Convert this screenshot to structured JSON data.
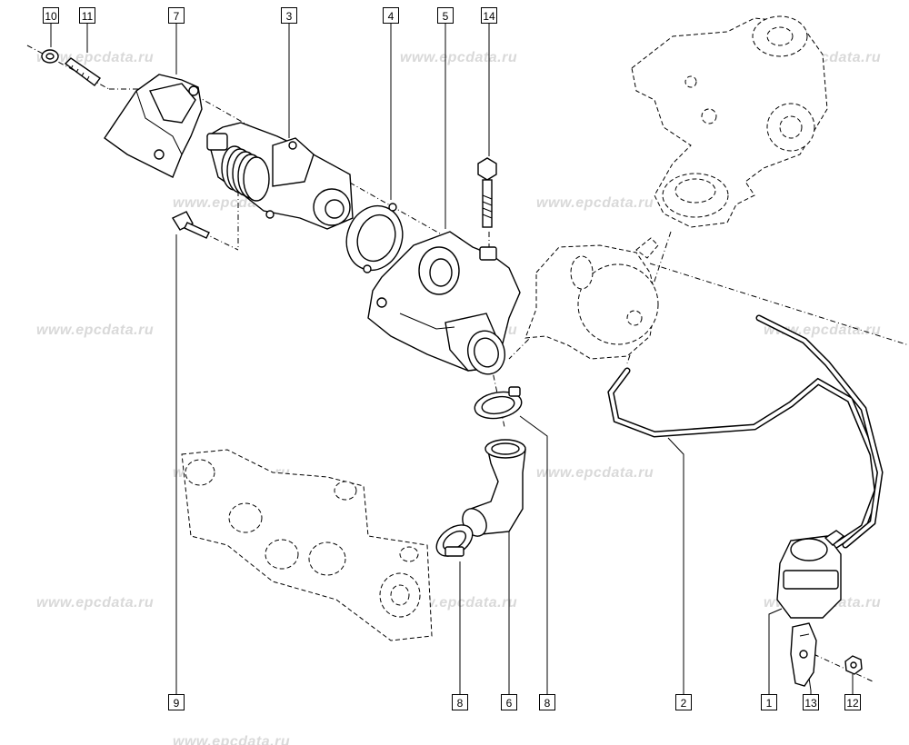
{
  "watermark": {
    "text": "www.epcdata.ru",
    "color": "#d9d9d9"
  },
  "callouts": [
    {
      "id": "c10",
      "label": "10"
    },
    {
      "id": "c11",
      "label": "11"
    },
    {
      "id": "c7",
      "label": "7"
    },
    {
      "id": "c3",
      "label": "3"
    },
    {
      "id": "c4",
      "label": "4"
    },
    {
      "id": "c5",
      "label": "5"
    },
    {
      "id": "c14",
      "label": "14"
    },
    {
      "id": "c9",
      "label": "9"
    },
    {
      "id": "c8a",
      "label": "8"
    },
    {
      "id": "c6",
      "label": "6"
    },
    {
      "id": "c8b",
      "label": "8"
    },
    {
      "id": "c2",
      "label": "2"
    },
    {
      "id": "c1",
      "label": "1"
    },
    {
      "id": "c13",
      "label": "13"
    },
    {
      "id": "c12",
      "label": "12"
    }
  ]
}
